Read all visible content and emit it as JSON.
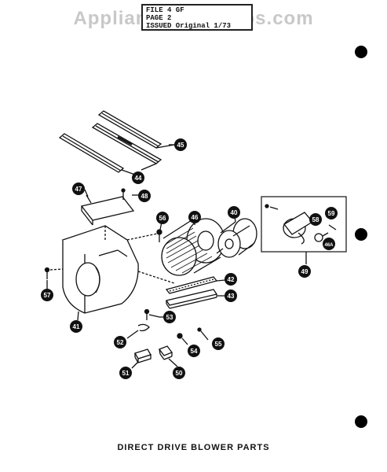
{
  "watermark": "AppliancePartsPros.com",
  "info_box": {
    "line1": "FILE  4 GF",
    "line2": "PAGE  2",
    "line3": "ISSUED Original 1/73"
  },
  "caption": "DIRECT DRIVE BLOWER PARTS",
  "callouts": [
    "45",
    "44",
    "47",
    "48",
    "56",
    "46",
    "40",
    "59",
    "58",
    "46A",
    "49",
    "42",
    "43",
    "57",
    "53",
    "41",
    "52",
    "54",
    "55",
    "51",
    "50"
  ]
}
